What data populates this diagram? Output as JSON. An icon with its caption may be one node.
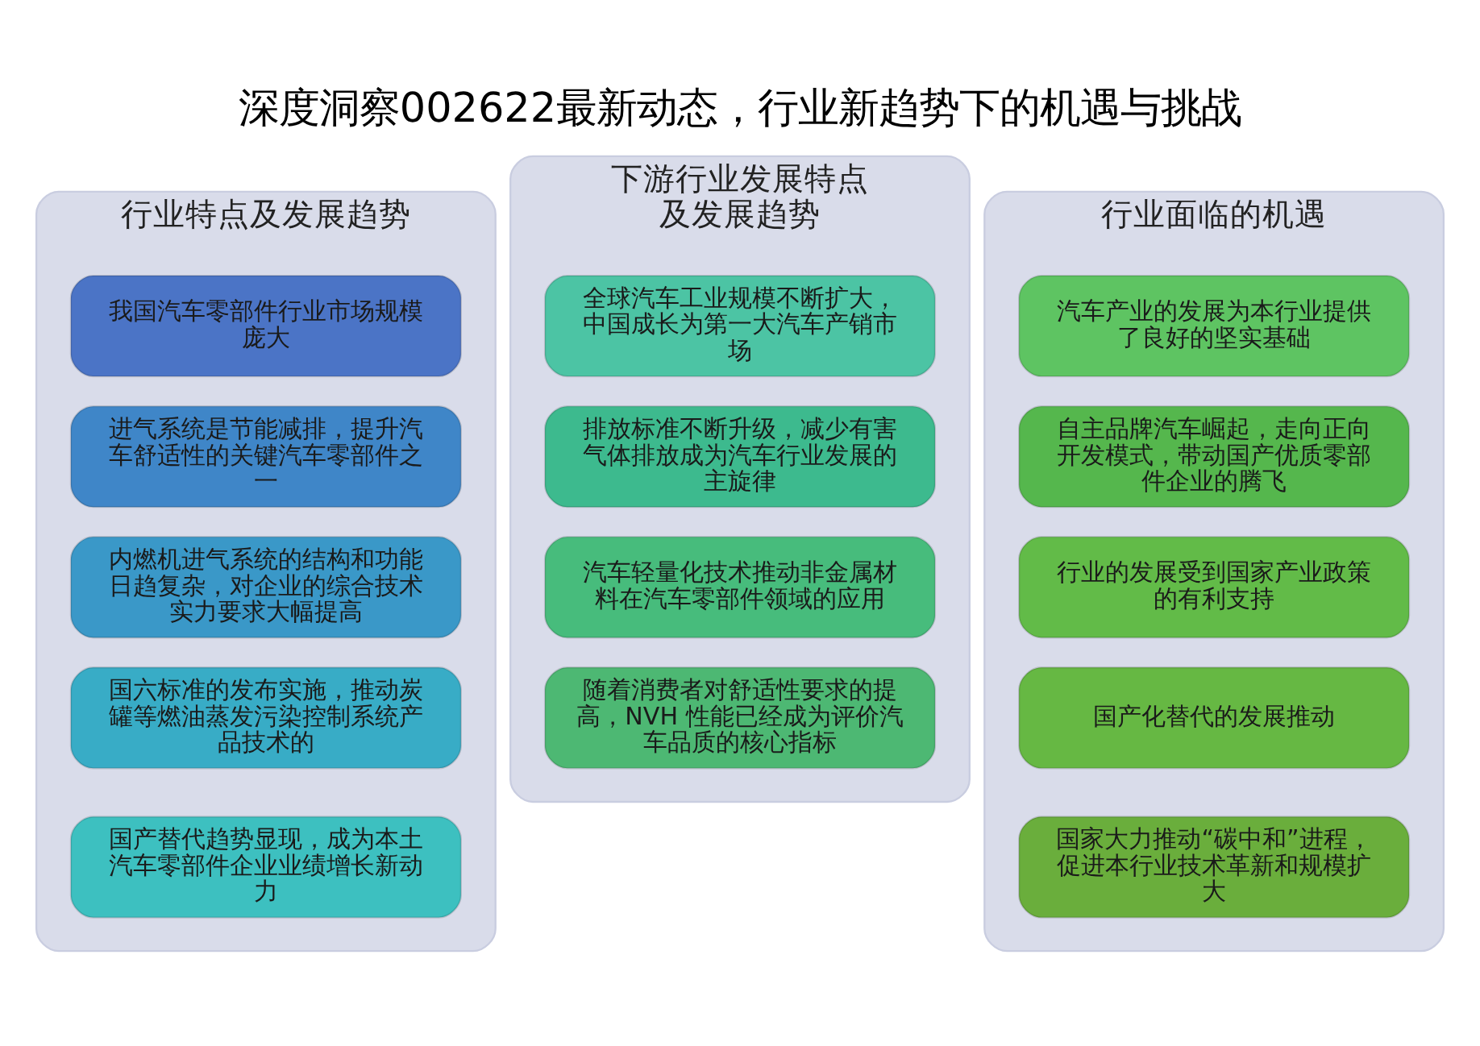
{
  "diagram": {
    "title": "深度洞察002622最新动态，行业新趋势下的机遇与挑战",
    "nodes": [
      {
        "text": [
          "行业特点及发展趋势"
        ]
      },
      {
        "text": [
          "我国汽车零部件行业市场规模庞大"
        ],
        "in": 0
      },
      {
        "text": [
          "进气系统是节能减排，提升汽车舒适性的关键汽车零部件之一"
        ],
        "in": 0
      },
      {
        "text": [
          "内燃机进气系统的结构和功能日趋复杂，对企业的综合技术实力要求大幅提高"
        ],
        "in": 0
      },
      {
        "text": [
          "国六标准的发布实施，推动炭罐等燃油蒸发污染控制系统产品技术的"
        ],
        "in": 0
      },
      {
        "text": [
          "国产替代趋势显现，成为本土汽车零部件企业业绩增长新动力"
        ],
        "in": 0
      },
      {
        "text": [
          "下游行业发展特点及发展趋势"
        ]
      },
      {
        "text": [
          "全球汽车工业规模不断扩大，中国成长为第一大汽车产销市场"
        ],
        "in": 6
      },
      {
        "text": [
          "排放标准不断升级，减少有害气体排放成为汽车行业发展的主旋律"
        ],
        "in": 6
      },
      {
        "text": [
          "汽车轻量化技术推动非金属材料在汽车零部件领域的应用"
        ],
        "in": 6
      },
      {
        "text": [
          "随着消费者对舒适性要求的提高，NVH 性能已经成为评价汽车品质的核心指标"
        ],
        "in": 6
      },
      {
        "text": [
          "行业面临的机遇"
        ]
      },
      {
        "text": [
          "汽车产业的发展为本行业提供了良好的坚实基础"
        ],
        "in": 11
      },
      {
        "text": [
          "自主品牌汽车崛起，走向正向开发模式，带动国产优质零部件企业的腾飞"
        ],
        "in": 11
      },
      {
        "text": [
          "行业的发展受到国家产业政策的有利支持"
        ],
        "in": 11
      },
      {
        "text": [
          "国产化替代的发展推动"
        ],
        "in": 11
      },
      {
        "text": [
          "国家大力推动“碳中和”进程，促进本行业技术革新和规模扩大"
        ],
        "in": 11
      }
    ],
    "edges": []
  }
}
